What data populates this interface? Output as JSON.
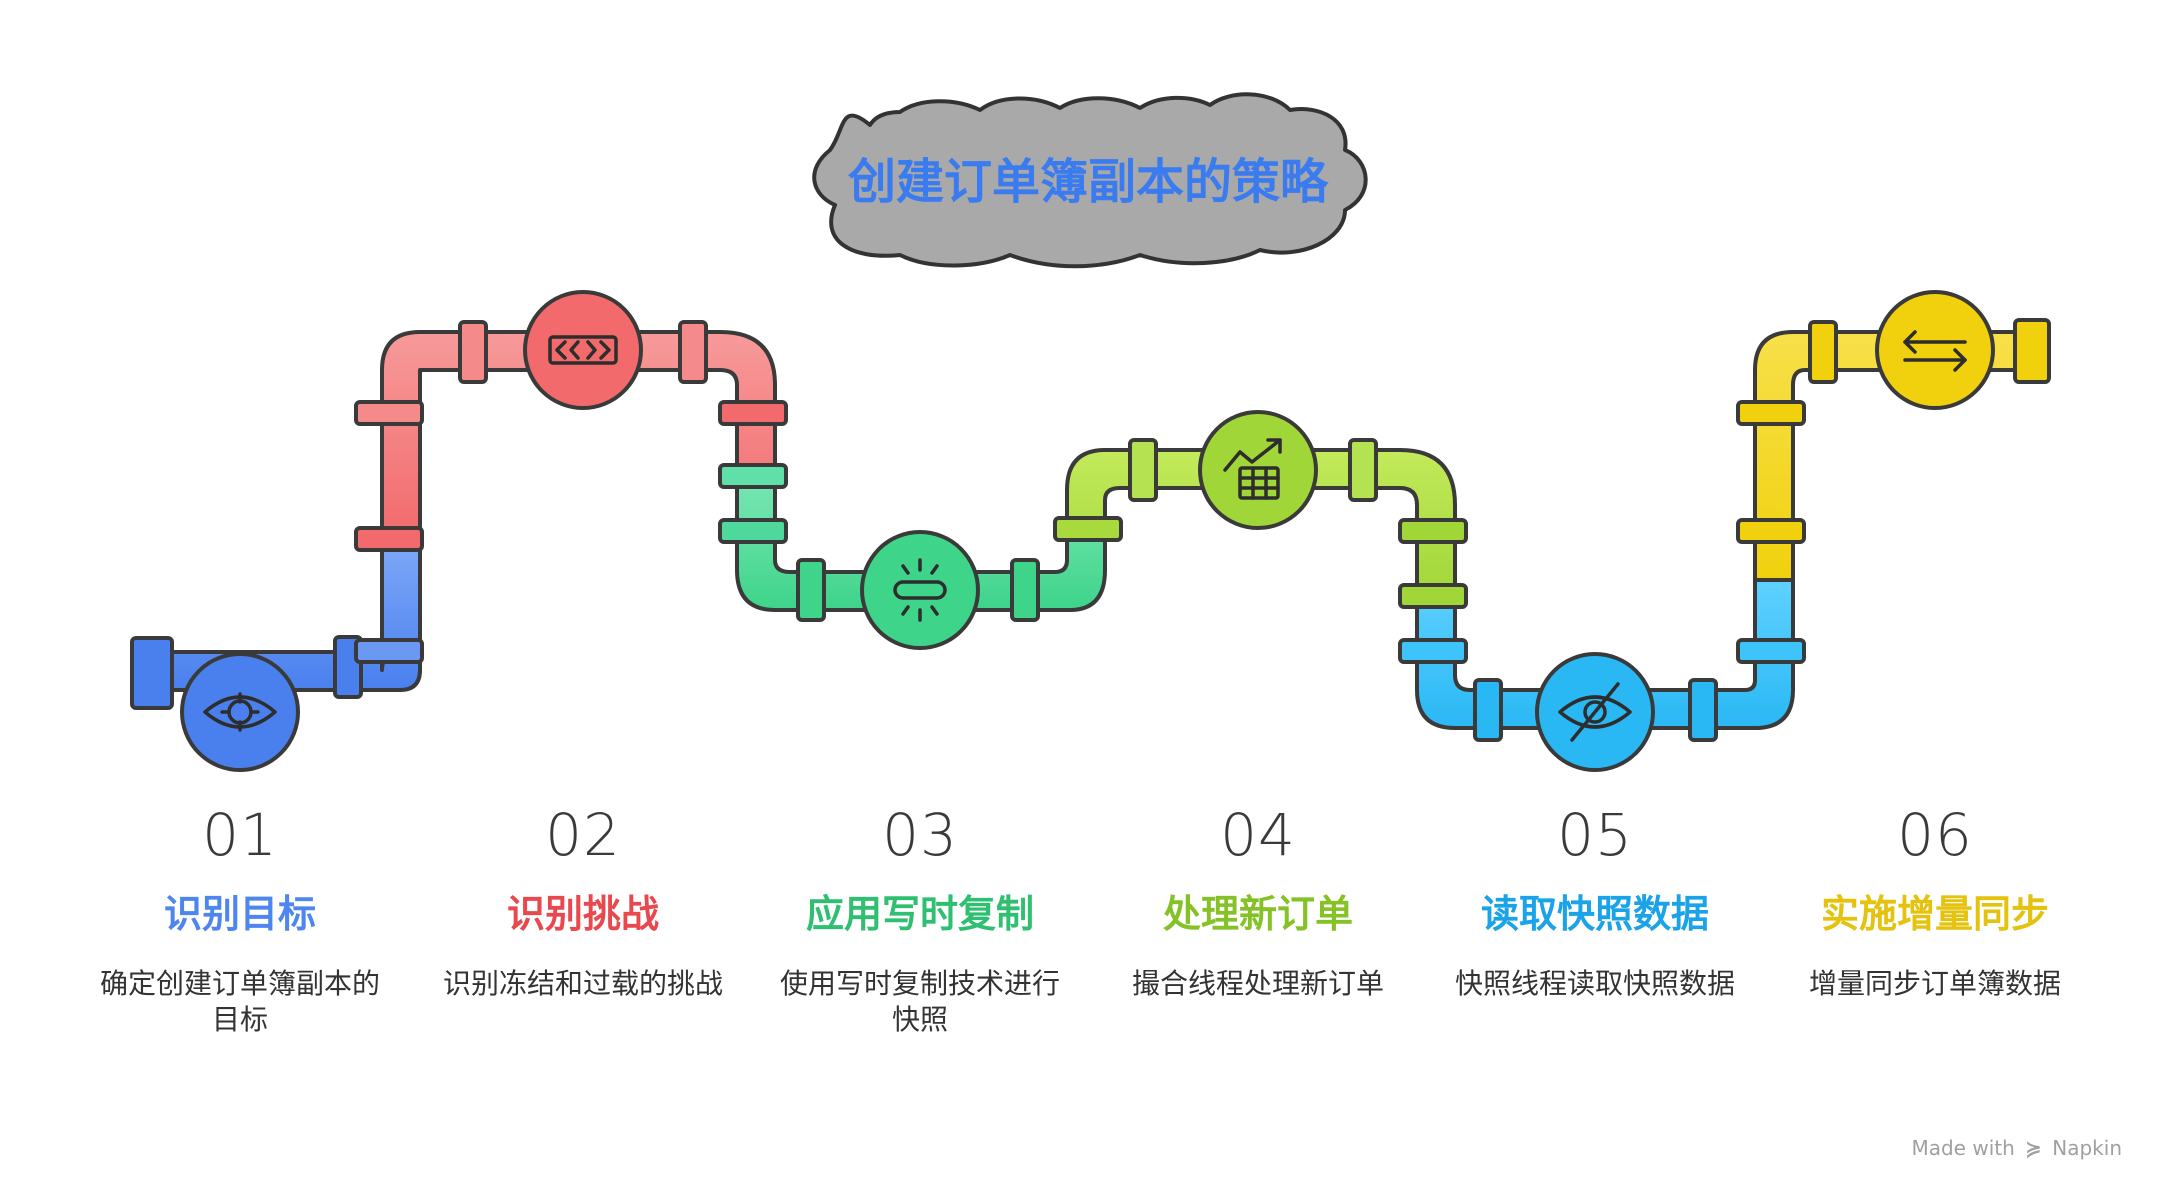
{
  "title": "创建订单簿副本的策略",
  "steps": [
    {
      "number": "01",
      "title": "识别目标",
      "description": "确定创建订单簿副本的目标",
      "color": "#4d86f0",
      "icon": "eye-target-icon"
    },
    {
      "number": "02",
      "title": "识别挑战",
      "description": "识别冻结和过载的挑战",
      "color": "#e8484e",
      "icon": "code-arrows-icon"
    },
    {
      "number": "03",
      "title": "应用写时复制",
      "description": "使用写时复制技术进行快照",
      "color": "#2fbf71",
      "icon": "capsule-icon"
    },
    {
      "number": "04",
      "title": "处理新订单",
      "description": "撮合线程处理新订单",
      "color": "#84c225",
      "icon": "chart-table-icon"
    },
    {
      "number": "05",
      "title": "读取快照数据",
      "description": "快照线程读取快照数据",
      "color": "#1aa3e8",
      "icon": "eye-slash-icon"
    },
    {
      "number": "06",
      "title": "实施增量同步",
      "description": "增量同步订单簿数据",
      "color": "#e5c20e",
      "icon": "swap-arrows-icon"
    }
  ],
  "watermark": {
    "prefix": "Made with",
    "brand": "Napkin"
  }
}
